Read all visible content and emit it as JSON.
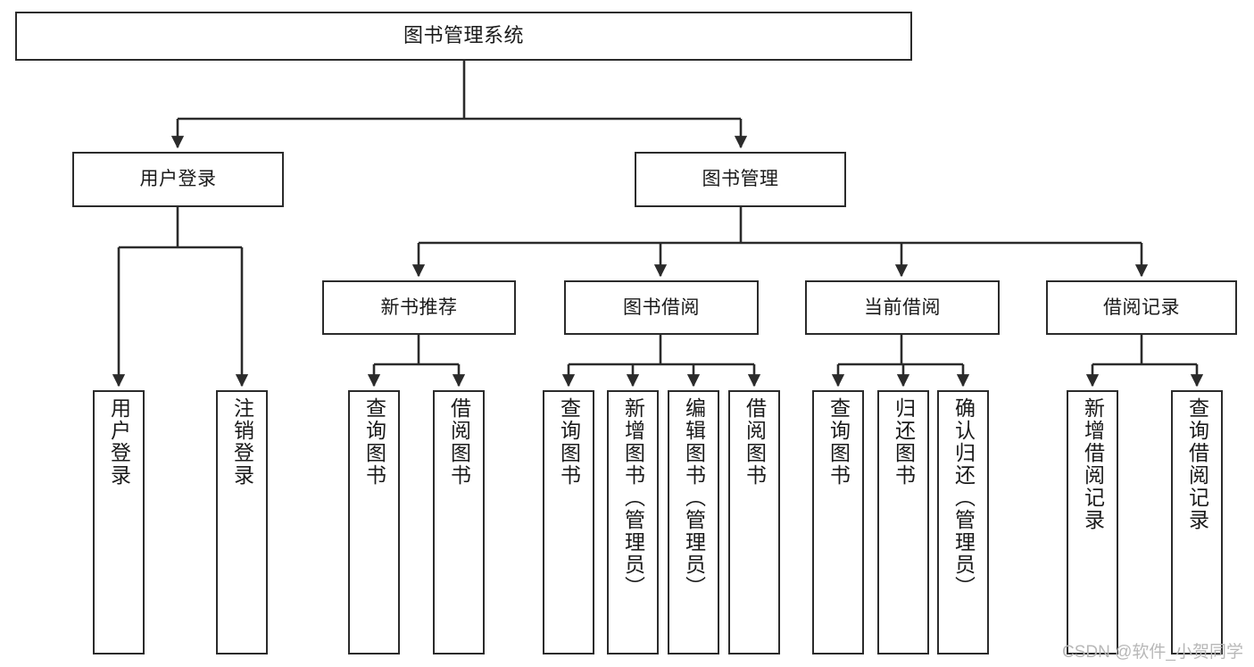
{
  "diagram": {
    "title": "图书管理系统",
    "type": "tree",
    "orientation": "top-down",
    "line_color": "#2b2b2b",
    "box_fill": "#ffffff",
    "text_color": "#1a1a1a"
  },
  "nodes": {
    "root": {
      "label": "图书管理系统",
      "level": 0
    },
    "level1": [
      {
        "id": "user-login",
        "label": "用户登录"
      },
      {
        "id": "book-manage",
        "label": "图书管理"
      }
    ],
    "level2": [
      {
        "id": "new-book-recommend",
        "label": "新书推荐",
        "parent": "book-manage"
      },
      {
        "id": "book-borrow",
        "label": "图书借阅",
        "parent": "book-manage"
      },
      {
        "id": "current-borrow",
        "label": "当前借阅",
        "parent": "book-manage"
      },
      {
        "id": "borrow-record",
        "label": "借阅记录",
        "parent": "book-manage"
      }
    ],
    "leaves": [
      {
        "id": "leaf-user-login",
        "label": "用户登录",
        "parent": "user-login"
      },
      {
        "id": "leaf-logout-login",
        "label": "注销登录",
        "parent": "user-login"
      },
      {
        "id": "leaf-query-book-1",
        "label": "查询图书",
        "parent": "new-book-recommend"
      },
      {
        "id": "leaf-borrow-book-1",
        "label": "借阅图书",
        "parent": "new-book-recommend"
      },
      {
        "id": "leaf-query-book-2",
        "label": "查询图书",
        "parent": "book-borrow"
      },
      {
        "id": "leaf-add-book",
        "label": "新增图书（管理员）",
        "parent": "book-borrow"
      },
      {
        "id": "leaf-edit-book",
        "label": "编辑图书（管理员）",
        "parent": "book-borrow"
      },
      {
        "id": "leaf-borrow-book-2",
        "label": "借阅图书",
        "parent": "book-borrow"
      },
      {
        "id": "leaf-query-book-3",
        "label": "查询图书",
        "parent": "current-borrow"
      },
      {
        "id": "leaf-return-book",
        "label": "归还图书",
        "parent": "current-borrow"
      },
      {
        "id": "leaf-confirm-return",
        "label": "确认归还（管理员）",
        "parent": "current-borrow"
      },
      {
        "id": "leaf-add-record",
        "label": "新增借阅记录",
        "parent": "borrow-record"
      },
      {
        "id": "leaf-query-record",
        "label": "查询借阅记录",
        "parent": "borrow-record"
      }
    ]
  },
  "watermark": {
    "text": "CSDN @软件_小贺同学"
  }
}
